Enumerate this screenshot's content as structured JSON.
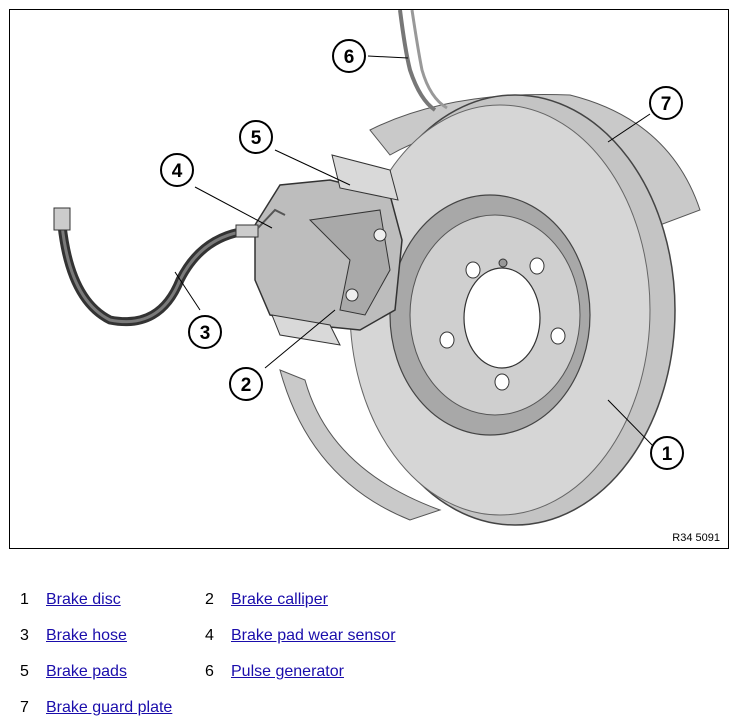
{
  "figure": {
    "code": "R34 5091",
    "callouts": [
      {
        "number": "1",
        "target": "brake-disc"
      },
      {
        "number": "2",
        "target": "brake-calliper"
      },
      {
        "number": "3",
        "target": "brake-hose"
      },
      {
        "number": "4",
        "target": "brake-pad-wear-sensor"
      },
      {
        "number": "5",
        "target": "brake-pads"
      },
      {
        "number": "6",
        "target": "pulse-generator"
      },
      {
        "number": "7",
        "target": "brake-guard-plate"
      }
    ]
  },
  "legend": {
    "items": [
      {
        "number": "1",
        "label": "Brake disc"
      },
      {
        "number": "2",
        "label": "Brake calliper"
      },
      {
        "number": "3",
        "label": "Brake hose"
      },
      {
        "number": "4",
        "label": "Brake pad wear sensor"
      },
      {
        "number": "5",
        "label": "Brake pads"
      },
      {
        "number": "6",
        "label": "Pulse generator"
      },
      {
        "number": "7",
        "label": "Brake guard plate"
      }
    ]
  }
}
